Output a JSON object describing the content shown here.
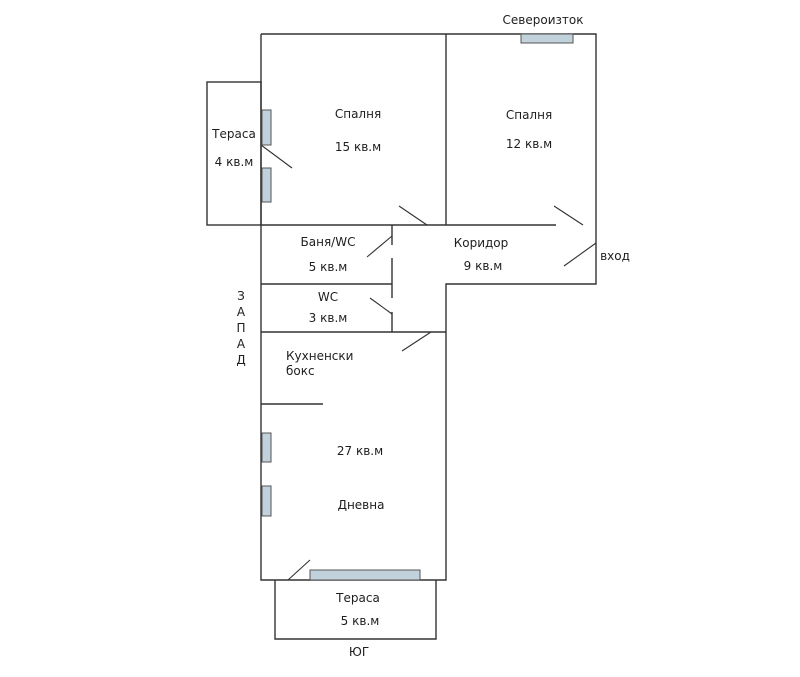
{
  "colors": {
    "window_fill": "#c2d2dd",
    "wall": "#333333",
    "background": "#ffffff"
  },
  "compass": {
    "northeast": "Североизток",
    "west": "ЗАПАД",
    "south": "ЮГ",
    "entrance": "вход"
  },
  "rooms": {
    "terrace_west": {
      "name": "Тераса",
      "area": "4 кв.м"
    },
    "bedroom_1": {
      "name": "Спалня",
      "area": "15 кв.м"
    },
    "bedroom_2": {
      "name": "Спалня",
      "area": "12 кв.м"
    },
    "bathroom": {
      "name": "Баня/WC",
      "area": "5 кв.м"
    },
    "corridor": {
      "name": "Коридор",
      "area": "9 кв.м"
    },
    "wc": {
      "name": "WC",
      "area": "3 кв.м"
    },
    "kitchenette": {
      "line1": "Кухненски",
      "line2": "бокс"
    },
    "living_room": {
      "name": "Дневна",
      "area": "27 кв.м"
    },
    "terrace_south": {
      "name": "Тераса",
      "area": "5 кв.м"
    }
  }
}
